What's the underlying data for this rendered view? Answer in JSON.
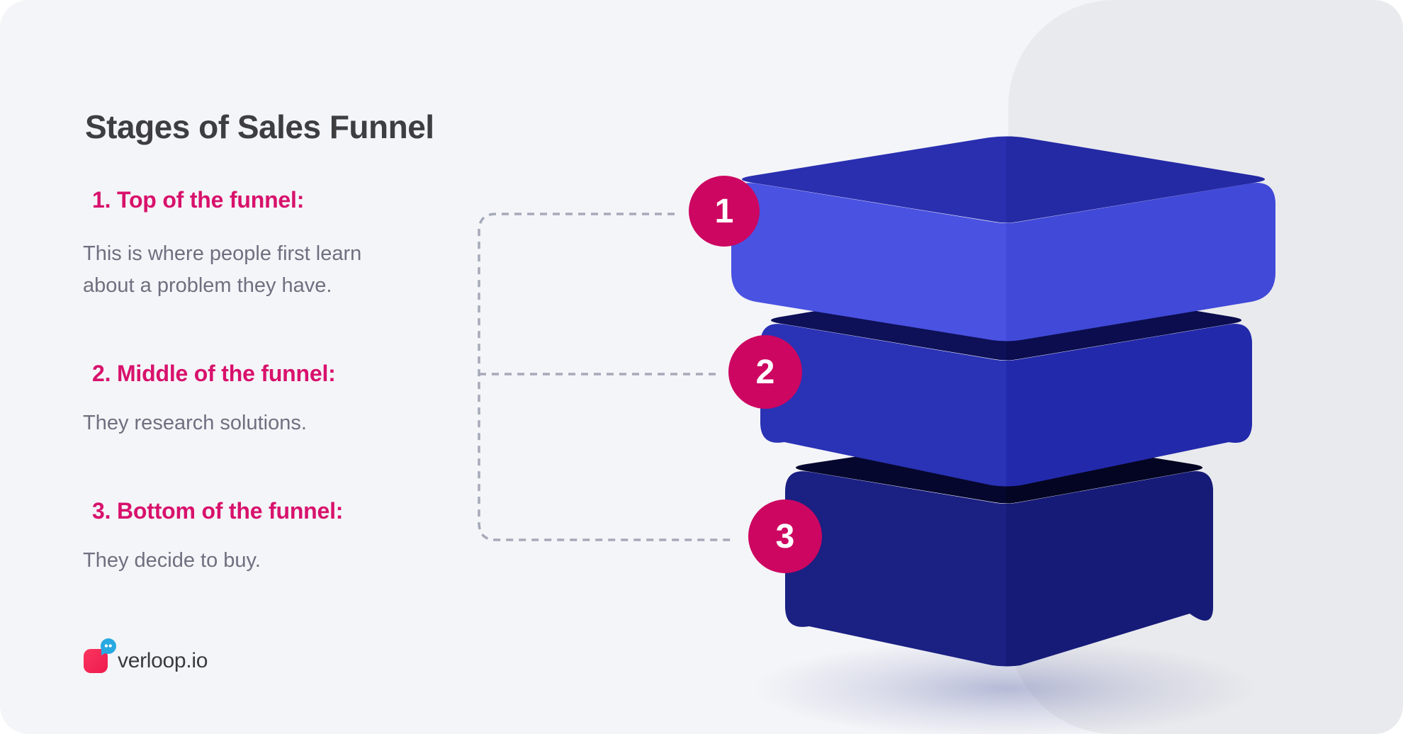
{
  "title": "Stages of Sales Funnel",
  "stages": [
    {
      "badge": "1",
      "heading": "1. Top of the funnel:",
      "body": "This is where people first learn about a problem they have."
    },
    {
      "badge": "2",
      "heading": "2. Middle of the funnel:",
      "body": "They research solutions."
    },
    {
      "badge": "3",
      "heading": "3. Bottom of the funnel:",
      "body": "They decide to buy."
    }
  ],
  "brand": {
    "name": "verloop.io"
  },
  "colors": {
    "background": "#F4F5F8",
    "panel": "#E9EAED",
    "accent_pink": "#D8116C",
    "badge_pink": "#CD0661",
    "body_text": "#6E7080",
    "title_text": "#3E3E40",
    "connector": "#A6A9B8",
    "block1_front": "#4A52E2",
    "block1_front_right": "#4149D8",
    "block1_top": "#2A2FB0",
    "block2_front": "#2A32B5",
    "block2_front_right": "#2329AB",
    "block2_top": "#0E1058",
    "block3_front": "#1B2083",
    "block3_front_right": "#161B78",
    "block3_top": "#06072E"
  }
}
